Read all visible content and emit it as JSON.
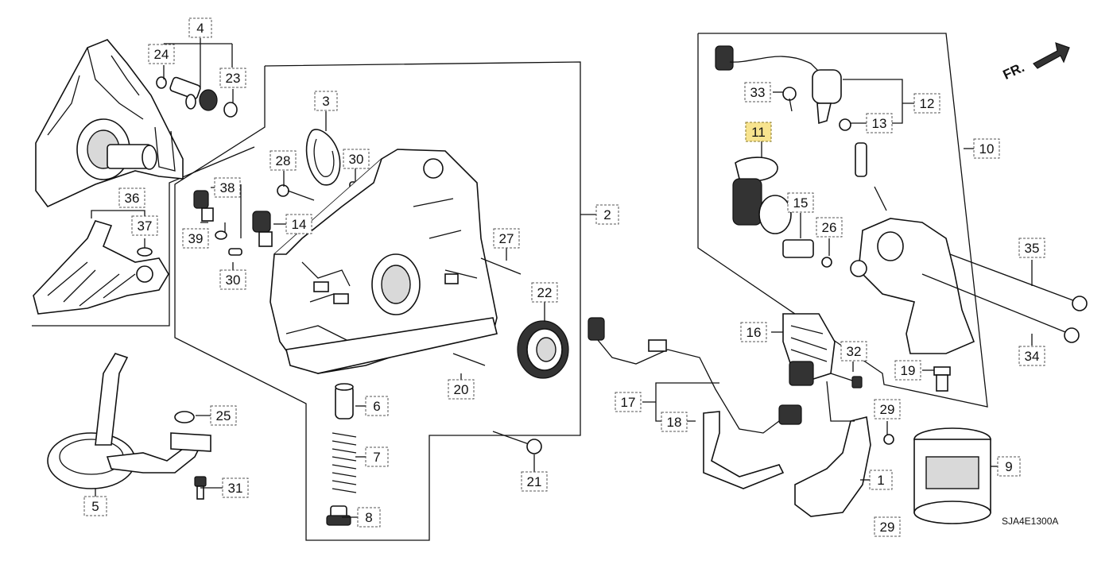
{
  "diagram": {
    "code": "SJA4E1300A",
    "direction_label": "FR.",
    "highlight_color": "#f7e38e",
    "callouts": [
      {
        "id": "c1",
        "label": "1"
      },
      {
        "id": "c2",
        "label": "2"
      },
      {
        "id": "c3",
        "label": "3"
      },
      {
        "id": "c4",
        "label": "4"
      },
      {
        "id": "c5",
        "label": "5"
      },
      {
        "id": "c6",
        "label": "6"
      },
      {
        "id": "c7",
        "label": "7"
      },
      {
        "id": "c8",
        "label": "8"
      },
      {
        "id": "c9",
        "label": "9"
      },
      {
        "id": "c10",
        "label": "10"
      },
      {
        "id": "c11",
        "label": "11",
        "highlighted": true
      },
      {
        "id": "c12",
        "label": "12"
      },
      {
        "id": "c13",
        "label": "13"
      },
      {
        "id": "c14",
        "label": "14"
      },
      {
        "id": "c15",
        "label": "15"
      },
      {
        "id": "c16",
        "label": "16"
      },
      {
        "id": "c17",
        "label": "17"
      },
      {
        "id": "c18",
        "label": "18"
      },
      {
        "id": "c19",
        "label": "19"
      },
      {
        "id": "c20",
        "label": "20"
      },
      {
        "id": "c21",
        "label": "21"
      },
      {
        "id": "c22",
        "label": "22"
      },
      {
        "id": "c23",
        "label": "23"
      },
      {
        "id": "c24",
        "label": "24"
      },
      {
        "id": "c25",
        "label": "25"
      },
      {
        "id": "c26",
        "label": "26"
      },
      {
        "id": "c27",
        "label": "27"
      },
      {
        "id": "c28",
        "label": "28"
      },
      {
        "id": "c29a",
        "label": "29"
      },
      {
        "id": "c29b",
        "label": "29"
      },
      {
        "id": "c30a",
        "label": "30"
      },
      {
        "id": "c30b",
        "label": "30"
      },
      {
        "id": "c31",
        "label": "31"
      },
      {
        "id": "c32",
        "label": "32"
      },
      {
        "id": "c33",
        "label": "33"
      },
      {
        "id": "c34",
        "label": "34"
      },
      {
        "id": "c35",
        "label": "35"
      },
      {
        "id": "c36",
        "label": "36"
      },
      {
        "id": "c37",
        "label": "37"
      },
      {
        "id": "c38",
        "label": "38"
      },
      {
        "id": "c39",
        "label": "39"
      }
    ]
  }
}
